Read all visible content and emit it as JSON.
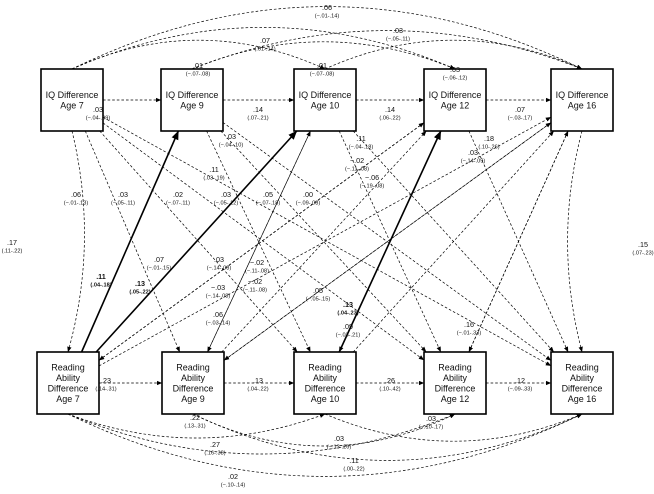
{
  "nodes": [
    {
      "id": "iq7",
      "lines": [
        "IQ Difference",
        "Age 7"
      ]
    },
    {
      "id": "iq9",
      "lines": [
        "IQ Difference",
        "Age 9"
      ]
    },
    {
      "id": "iq10",
      "lines": [
        "IQ Difference",
        "Age 10"
      ]
    },
    {
      "id": "iq12",
      "lines": [
        "IQ Difference",
        "Age 12"
      ]
    },
    {
      "id": "iq16",
      "lines": [
        "IQ Difference",
        "Age 16"
      ]
    },
    {
      "id": "ra7",
      "lines": [
        "Reading",
        "Ability",
        "Difference",
        "Age 7"
      ]
    },
    {
      "id": "ra9",
      "lines": [
        "Reading",
        "Ability",
        "Difference",
        "Age 9"
      ]
    },
    {
      "id": "ra10",
      "lines": [
        "Reading",
        "Ability",
        "Difference",
        "Age 10"
      ]
    },
    {
      "id": "ra12",
      "lines": [
        "Reading",
        "Ability",
        "Difference",
        "Age 12"
      ]
    },
    {
      "id": "ra16",
      "lines": [
        "Reading",
        "Ability",
        "Difference",
        "Age 16"
      ]
    }
  ],
  "edges": [
    {
      "id": "e1",
      "from": "iq7",
      "to": "iq9",
      "coef": ".03",
      "ci": "(−.04-.09)",
      "style": "dashed"
    },
    {
      "id": "e2",
      "from": "iq9",
      "to": "iq10",
      "coef": ".14",
      "ci": "(.07-.21)",
      "style": "dashed"
    },
    {
      "id": "e3",
      "from": "iq10",
      "to": "iq12",
      "coef": ".14",
      "ci": "(.06-.22)",
      "style": "dashed"
    },
    {
      "id": "e4",
      "from": "iq12",
      "to": "iq16",
      "coef": ".07",
      "ci": "(−.03-.17)",
      "style": "dashed"
    },
    {
      "id": "e5",
      "from": "iq7",
      "to": "iq16",
      "coef": ".06",
      "ci": "(−.01-.14)",
      "style": "dashed"
    },
    {
      "id": "e6",
      "from": "iq7",
      "to": "iq12",
      "coef": ".07",
      "ci": "(.01-.14)",
      "style": "dashed"
    },
    {
      "id": "e7",
      "from": "iq7",
      "to": "iq10",
      "coef": ".01",
      "ci": "(−.07-.08)",
      "style": "dashed"
    },
    {
      "id": "e8",
      "from": "iq9",
      "to": "iq16",
      "coef": ".03",
      "ci": "(−.05-.11)",
      "style": "dashed"
    },
    {
      "id": "e9",
      "from": "iq9",
      "to": "iq12",
      "coef": ".01",
      "ci": "(−.07-.08)",
      "style": "dashed"
    },
    {
      "id": "e10",
      "from": "iq10",
      "to": "iq16",
      "coef": ".03",
      "ci": "(−.06-.12)",
      "style": "dashed"
    },
    {
      "id": "e11",
      "from": "ra7",
      "to": "ra9",
      "coef": ".23",
      "ci": "(.14-.31)",
      "style": "dashed"
    },
    {
      "id": "e12",
      "from": "ra9",
      "to": "ra10",
      "coef": ".13",
      "ci": "(.04-.22)",
      "style": "dashed"
    },
    {
      "id": "e13",
      "from": "ra10",
      "to": "ra12",
      "coef": ".26",
      "ci": "(.10-.42)",
      "style": "dashed"
    },
    {
      "id": "e14",
      "from": "ra12",
      "to": "ra16",
      "coef": ".12",
      "ci": "(−.09-.33)",
      "style": "dashed"
    },
    {
      "id": "e15",
      "from": "ra7",
      "to": "ra10",
      "coef": ".22",
      "ci": "(.13-.31)",
      "style": "dashed"
    },
    {
      "id": "e16",
      "from": "ra7",
      "to": "ra12",
      "coef": ".27",
      "ci": "(.16-.38)",
      "style": "dashed"
    },
    {
      "id": "e17",
      "from": "ra7",
      "to": "ra16",
      "coef": ".02",
      "ci": "(−.10-.14)",
      "style": "dashed"
    },
    {
      "id": "e18",
      "from": "ra9",
      "to": "ra12",
      "coef": ".03",
      "ci": "(−.13-.20)",
      "style": "dashed"
    },
    {
      "id": "e19",
      "from": "ra9",
      "to": "ra16",
      "coef": ".11",
      "ci": "(.00-.22)",
      "style": "dashed"
    },
    {
      "id": "e20",
      "from": "ra10",
      "to": "ra16",
      "coef": ".03",
      "ci": "(−.10-.17)",
      "style": "dashed"
    },
    {
      "id": "e21",
      "from": "iq7",
      "to": "ra7",
      "coef": ".17",
      "ci": "(.11-.22)",
      "style": "dashed"
    },
    {
      "id": "e22",
      "from": "iq16",
      "to": "ra16",
      "coef": ".15",
      "ci": "(.07-.23)",
      "style": "dashed"
    },
    {
      "id": "e23",
      "from": "ra7",
      "to": "iq9",
      "coef": ".11",
      "ci": "(.04-.18)",
      "style": "solid"
    },
    {
      "id": "e24",
      "from": "ra7",
      "to": "iq10",
      "coef": ".13",
      "ci": "(.05-.22)",
      "style": "solid"
    },
    {
      "id": "e25",
      "from": "ra7",
      "to": "iq12",
      "coef": ".07",
      "ci": "(−.01-.15)",
      "style": "dashed"
    },
    {
      "id": "e26",
      "from": "ra7",
      "to": "iq16",
      "coef": ".03",
      "ci": "(−.14-.08)",
      "style": "dashed"
    },
    {
      "id": "e27",
      "from": "ra9",
      "to": "iq10",
      "coef": ".06",
      "ci": "(−.03-.14)",
      "style": "dashed"
    },
    {
      "id": "e28",
      "from": "ra9",
      "to": "iq12",
      "coef": "−.02",
      "ci": "(−.11-.08)",
      "style": "dashed"
    },
    {
      "id": "e29",
      "from": "ra9",
      "to": "iq16",
      "coef": ".05",
      "ci": "(−.05-.15)",
      "style": "dashed"
    },
    {
      "id": "e30",
      "from": "ra10",
      "to": "iq12",
      "coef": ".13",
      "ci": "(.04-.23)",
      "style": "solid"
    },
    {
      "id": "e31",
      "from": "ra10",
      "to": "iq16",
      "coef": ".09",
      "ci": "(−.03-.21)",
      "style": "dashed"
    },
    {
      "id": "e32",
      "from": "ra12",
      "to": "iq16",
      "coef": ".16",
      "ci": "(−.01-.33)",
      "style": "dashed"
    },
    {
      "id": "e33",
      "from": "iq7",
      "to": "ra9",
      "coef": ".06",
      "ci": "(−.01-.13)",
      "style": "dashed"
    },
    {
      "id": "e34",
      "from": "iq7",
      "to": "ra10",
      "coef": ".03",
      "ci": "(−.05-.11)",
      "style": "dashed"
    },
    {
      "id": "e35",
      "from": "iq7",
      "to": "ra12",
      "coef": ".02",
      "ci": "(−.07-.11)",
      "style": "dashed"
    },
    {
      "id": "e36",
      "from": "iq7",
      "to": "ra16",
      "coef": ".03",
      "ci": "(−.05-.12)",
      "style": "dashed"
    },
    {
      "id": "e37",
      "from": "iq9",
      "to": "ra10",
      "coef": ".11",
      "ci": "(.03-.19)",
      "style": "dashed"
    },
    {
      "id": "e38",
      "from": "iq9",
      "to": "ra12",
      "coef": ".03",
      "ci": "(−.04-.10)",
      "style": "dashed"
    },
    {
      "id": "e39",
      "from": "iq9",
      "to": "ra16",
      "coef": ".05",
      "ci": "(−.07-.18)",
      "style": "dashed"
    },
    {
      "id": "e40",
      "from": "iq10",
      "to": "ra12",
      "coef": ".11",
      "ci": "(−.04-.18)",
      "style": "dashed"
    },
    {
      "id": "e41",
      "from": "iq10",
      "to": "ra16",
      "coef": "−.06",
      "ci": "(−.19-.08)",
      "style": "dashed"
    },
    {
      "id": "e42",
      "from": "iq10",
      "to": "ra9",
      "coef": ".00",
      "ci": "(−.09-.08)",
      "style": "dashed"
    },
    {
      "id": "e43",
      "from": "iq12",
      "to": "ra16",
      "coef": ".03",
      "ci": "(−.14-.09)",
      "style": "dashed"
    },
    {
      "id": "e44",
      "from": "iq12",
      "to": "ra10",
      "coef": "−.02",
      "ci": "(−.11-.08)",
      "style": "dashed"
    },
    {
      "id": "e45",
      "from": "iq16",
      "to": "ra12",
      "coef": ".18",
      "ci": "(.10-.26)",
      "style": "dashed"
    },
    {
      "id": "e46",
      "from": "iq12",
      "to": "ra7",
      "coef": "−.03",
      "ci": "(−.14-.08)",
      "style": "dashed"
    },
    {
      "id": "e47",
      "from": "iq16",
      "to": "ra9",
      "coef": "−.02",
      "ci": "(−.11-.08)",
      "style": "dashed"
    }
  ]
}
